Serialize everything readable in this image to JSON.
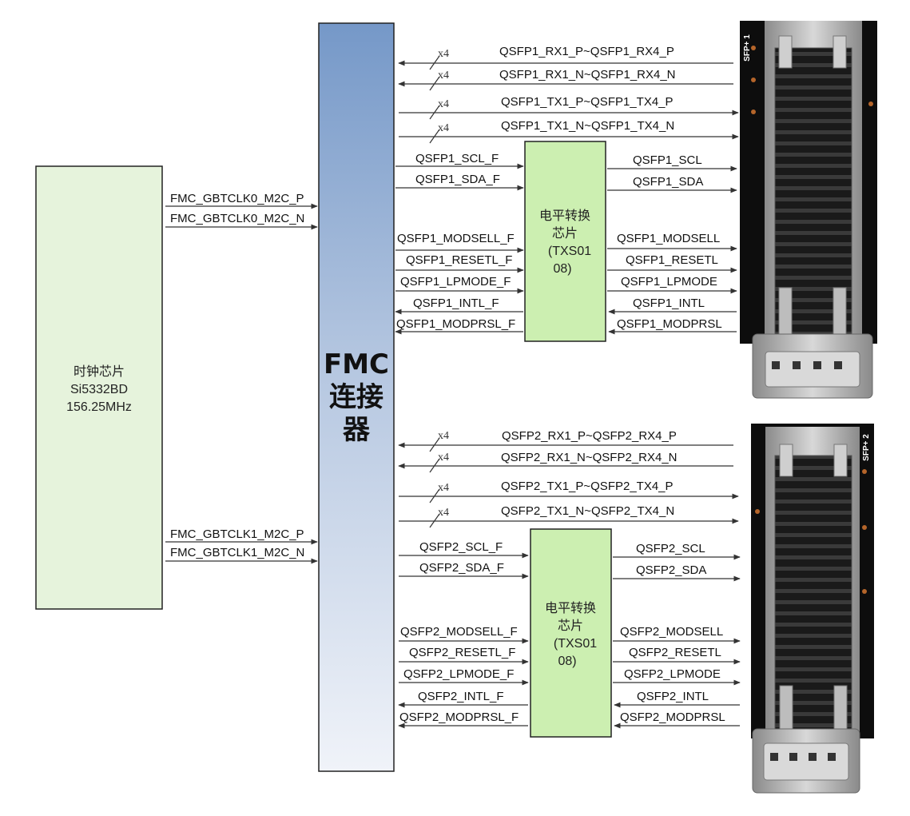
{
  "clock_chip": {
    "line1": "时钟芯片",
    "line2": "Si5332BD",
    "line3": "156.25MHz"
  },
  "fmc": {
    "line1": "FMC",
    "line2": "连接",
    "line3": "器"
  },
  "clock_signals": {
    "clk0_p": "FMC_GBTCLK0_M2C_P",
    "clk0_n": "FMC_GBTCLK0_M2C_N",
    "clk1_p": "FMC_GBTCLK1_M2C_P",
    "clk1_n": "FMC_GBTCLK1_M2C_N"
  },
  "bus_width": "x4",
  "level_shifter": {
    "line1": "电平转换",
    "line2": "芯片",
    "line3": "(TXS01",
    "line4": "08)"
  },
  "qsfp1": {
    "module_label": "SFP+ 1",
    "rx_p": "QSFP1_RX1_P~QSFP1_RX4_P",
    "rx_n": "QSFP1_RX1_N~QSFP1_RX4_N",
    "tx_p": "QSFP1_TX1_P~QSFP1_TX4_P",
    "tx_n": "QSFP1_TX1_N~QSFP1_TX4_N",
    "scl_f": "QSFP1_SCL_F",
    "sda_f": "QSFP1_SDA_F",
    "modsell_f": "QSFP1_MODSELL_F",
    "resetl_f": "QSFP1_RESETL_F",
    "lpmode_f": "QSFP1_LPMODE_F",
    "intl_f": "QSFP1_INTL_F",
    "modprsl_f": "QSFP1_MODPRSL_F",
    "scl": "QSFP1_SCL",
    "sda": "QSFP1_SDA",
    "modsell": "QSFP1_MODSELL",
    "resetl": "QSFP1_RESETL",
    "lpmode": "QSFP1_LPMODE",
    "intl": "QSFP1_INTL",
    "modprsl": "QSFP1_MODPRSL"
  },
  "qsfp2": {
    "module_label": "SFP+ 2",
    "rx_p": "QSFP2_RX1_P~QSFP2_RX4_P",
    "rx_n": "QSFP2_RX1_N~QSFP2_RX4_N",
    "tx_p": "QSFP2_TX1_P~QSFP2_TX4_P",
    "tx_n": "QSFP2_TX1_N~QSFP2_TX4_N",
    "scl_f": "QSFP2_SCL_F",
    "sda_f": "QSFP2_SDA_F",
    "modsell_f": "QSFP2_MODSELL_F",
    "resetl_f": "QSFP2_RESETL_F",
    "lpmode_f": "QSFP2_LPMODE_F",
    "intl_f": "QSFP2_INTL_F",
    "modprsl_f": "QSFP2_MODPRSL_F",
    "scl": "QSFP2_SCL",
    "sda": "QSFP2_SDA",
    "modsell": "QSFP2_MODSELL",
    "resetl": "QSFP2_RESETL",
    "lpmode": "QSFP2_LPMODE",
    "intl": "QSFP2_INTL",
    "modprsl": "QSFP2_MODPRSL"
  },
  "colors": {
    "box_fill": "#e6f3dc",
    "shifter_fill": "#ccefb1",
    "fmc_top": "#7598c8",
    "fmc_bottom": "#eef2f8",
    "line": "#333333"
  }
}
